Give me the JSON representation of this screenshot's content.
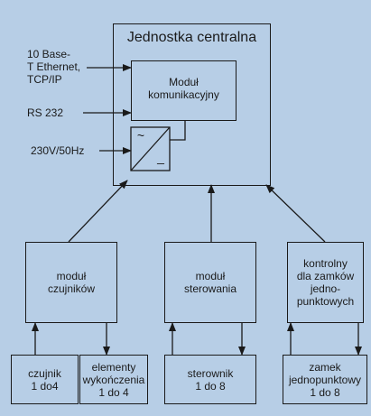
{
  "central": {
    "title": "Jednostka centralna"
  },
  "comm_module": {
    "label": "Moduł\nkomunikacyjny"
  },
  "power_unit": {
    "tilde": "~",
    "dash": "_"
  },
  "inputs": {
    "ethernet": "10 Base-\nT Ethernet,\nTCP/IP",
    "rs232": "RS 232",
    "power": "230V/50Hz"
  },
  "modules": {
    "sensors": "moduł\nczujników",
    "control": "moduł\nsterowania",
    "locks": "kontrolny\ndla zamków\njedno-\npunktowych"
  },
  "devices": {
    "sensor": "czujnik\n1 do4",
    "elements": "elementy\nwykończenia\n1 do 4",
    "controller": "sterownik\n1 do 8",
    "lock": "zamek\njednopunktowy\n1 do 8"
  },
  "colors": {
    "background": "#b7cee6",
    "line": "#1a1a1a"
  }
}
